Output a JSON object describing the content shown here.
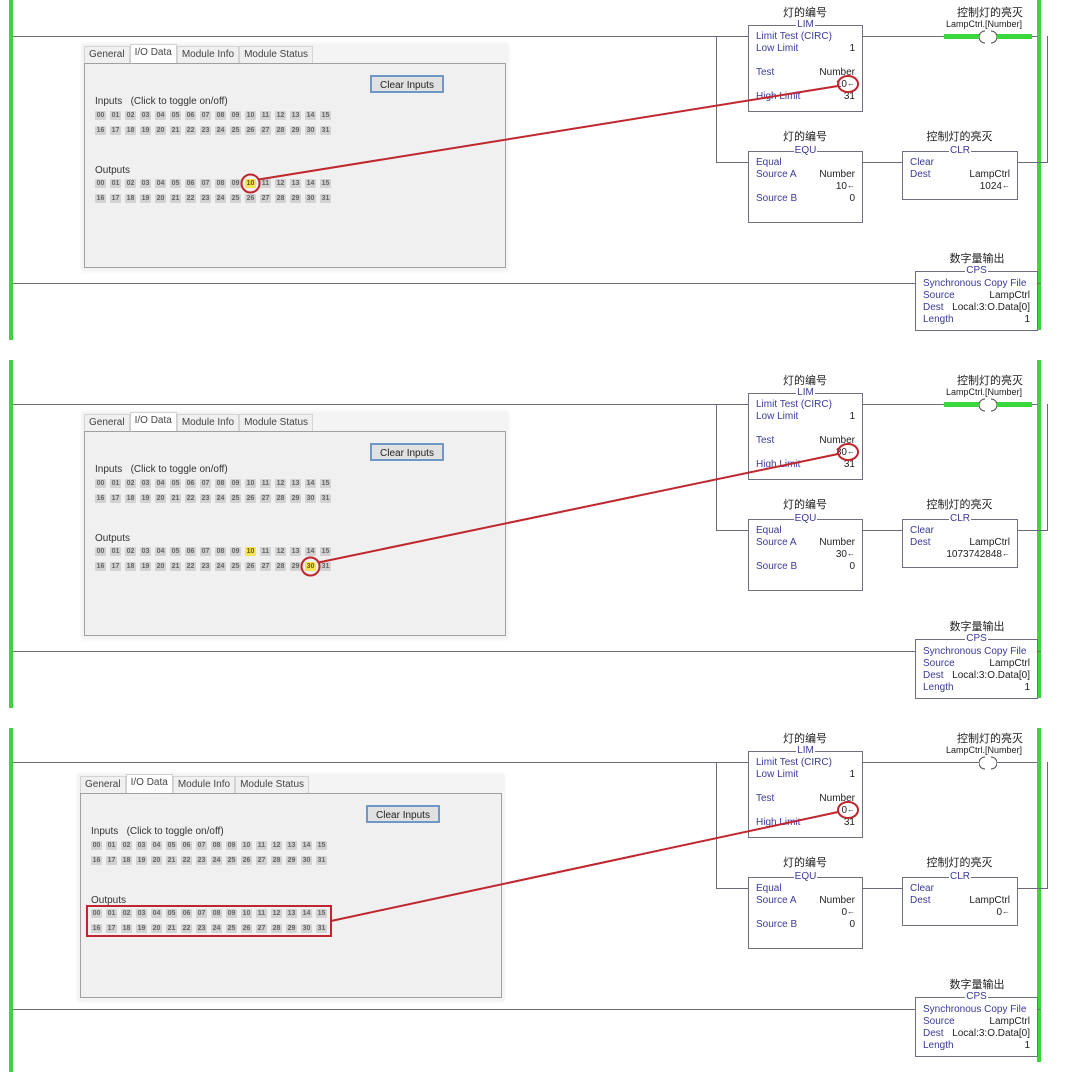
{
  "dialog": {
    "tabs": [
      "General",
      "I/O Data",
      "Module Info",
      "Module Status"
    ],
    "active_tab": "I/O Data",
    "clear_inputs_label": "Clear Inputs",
    "inputs_label": "Inputs   (Click to toggle on/off)",
    "outputs_label": "Outputs",
    "bit_labels": [
      "00",
      "01",
      "02",
      "03",
      "04",
      "05",
      "06",
      "07",
      "08",
      "09",
      "10",
      "11",
      "12",
      "13",
      "14",
      "15",
      "16",
      "17",
      "18",
      "19",
      "20",
      "21",
      "22",
      "23",
      "24",
      "25",
      "26",
      "27",
      "28",
      "29",
      "30",
      "31"
    ]
  },
  "ladder_labels": {
    "lim_comment": "灯的编号",
    "lim_mnemonic": "LIM",
    "lim_title": "Limit Test (CIRC)",
    "lim_low_label": "Low Limit",
    "lim_low_value": "1",
    "lim_test_label": "Test",
    "lim_test_tag": "Number",
    "lim_high_label": "High Limit",
    "lim_high_value": "31",
    "coil_comment": "控制灯的亮灭",
    "coil_tag": "LampCtrl.[Number]",
    "equ_comment": "灯的编号",
    "equ_mnemonic": "EQU",
    "equ_title": "Equal",
    "equ_a_label": "Source A",
    "equ_a_tag": "Number",
    "equ_b_label": "Source B",
    "equ_b_value": "0",
    "clr_comment": "控制灯的亮灭",
    "clr_mnemonic": "CLR",
    "clr_title": "Clear",
    "clr_dest_label": "Dest",
    "clr_dest_tag": "LampCtrl",
    "cps_comment": "数字量输出",
    "cps_mnemonic": "CPS",
    "cps_title": "Synchronous Copy File",
    "cps_source_label": "Source",
    "cps_source_value": "LampCtrl",
    "cps_dest_label": "Dest",
    "cps_dest_value": "Local:3:O.Data[0]",
    "cps_length_label": "Length",
    "cps_length_value": "1",
    "arrow_glyph": "←"
  },
  "panels": [
    {
      "number_value": "10",
      "lampctrl_value": "1024",
      "coil_energized": true,
      "outputs_on": [
        10
      ],
      "highlight": "bit-10"
    },
    {
      "number_value": "30",
      "lampctrl_value": "1073742848",
      "coil_energized": true,
      "outputs_on": [
        10,
        30
      ],
      "highlight": "bit-30"
    },
    {
      "number_value": "0",
      "lampctrl_value": "0",
      "coil_energized": false,
      "outputs_on": [],
      "highlight": "all-outputs"
    }
  ],
  "colors": {
    "rail_green": "#3bd63b",
    "bit_on": "#f4e25a",
    "annotation_red": "#c0262e",
    "instruction_text": "#3a3a9a"
  }
}
